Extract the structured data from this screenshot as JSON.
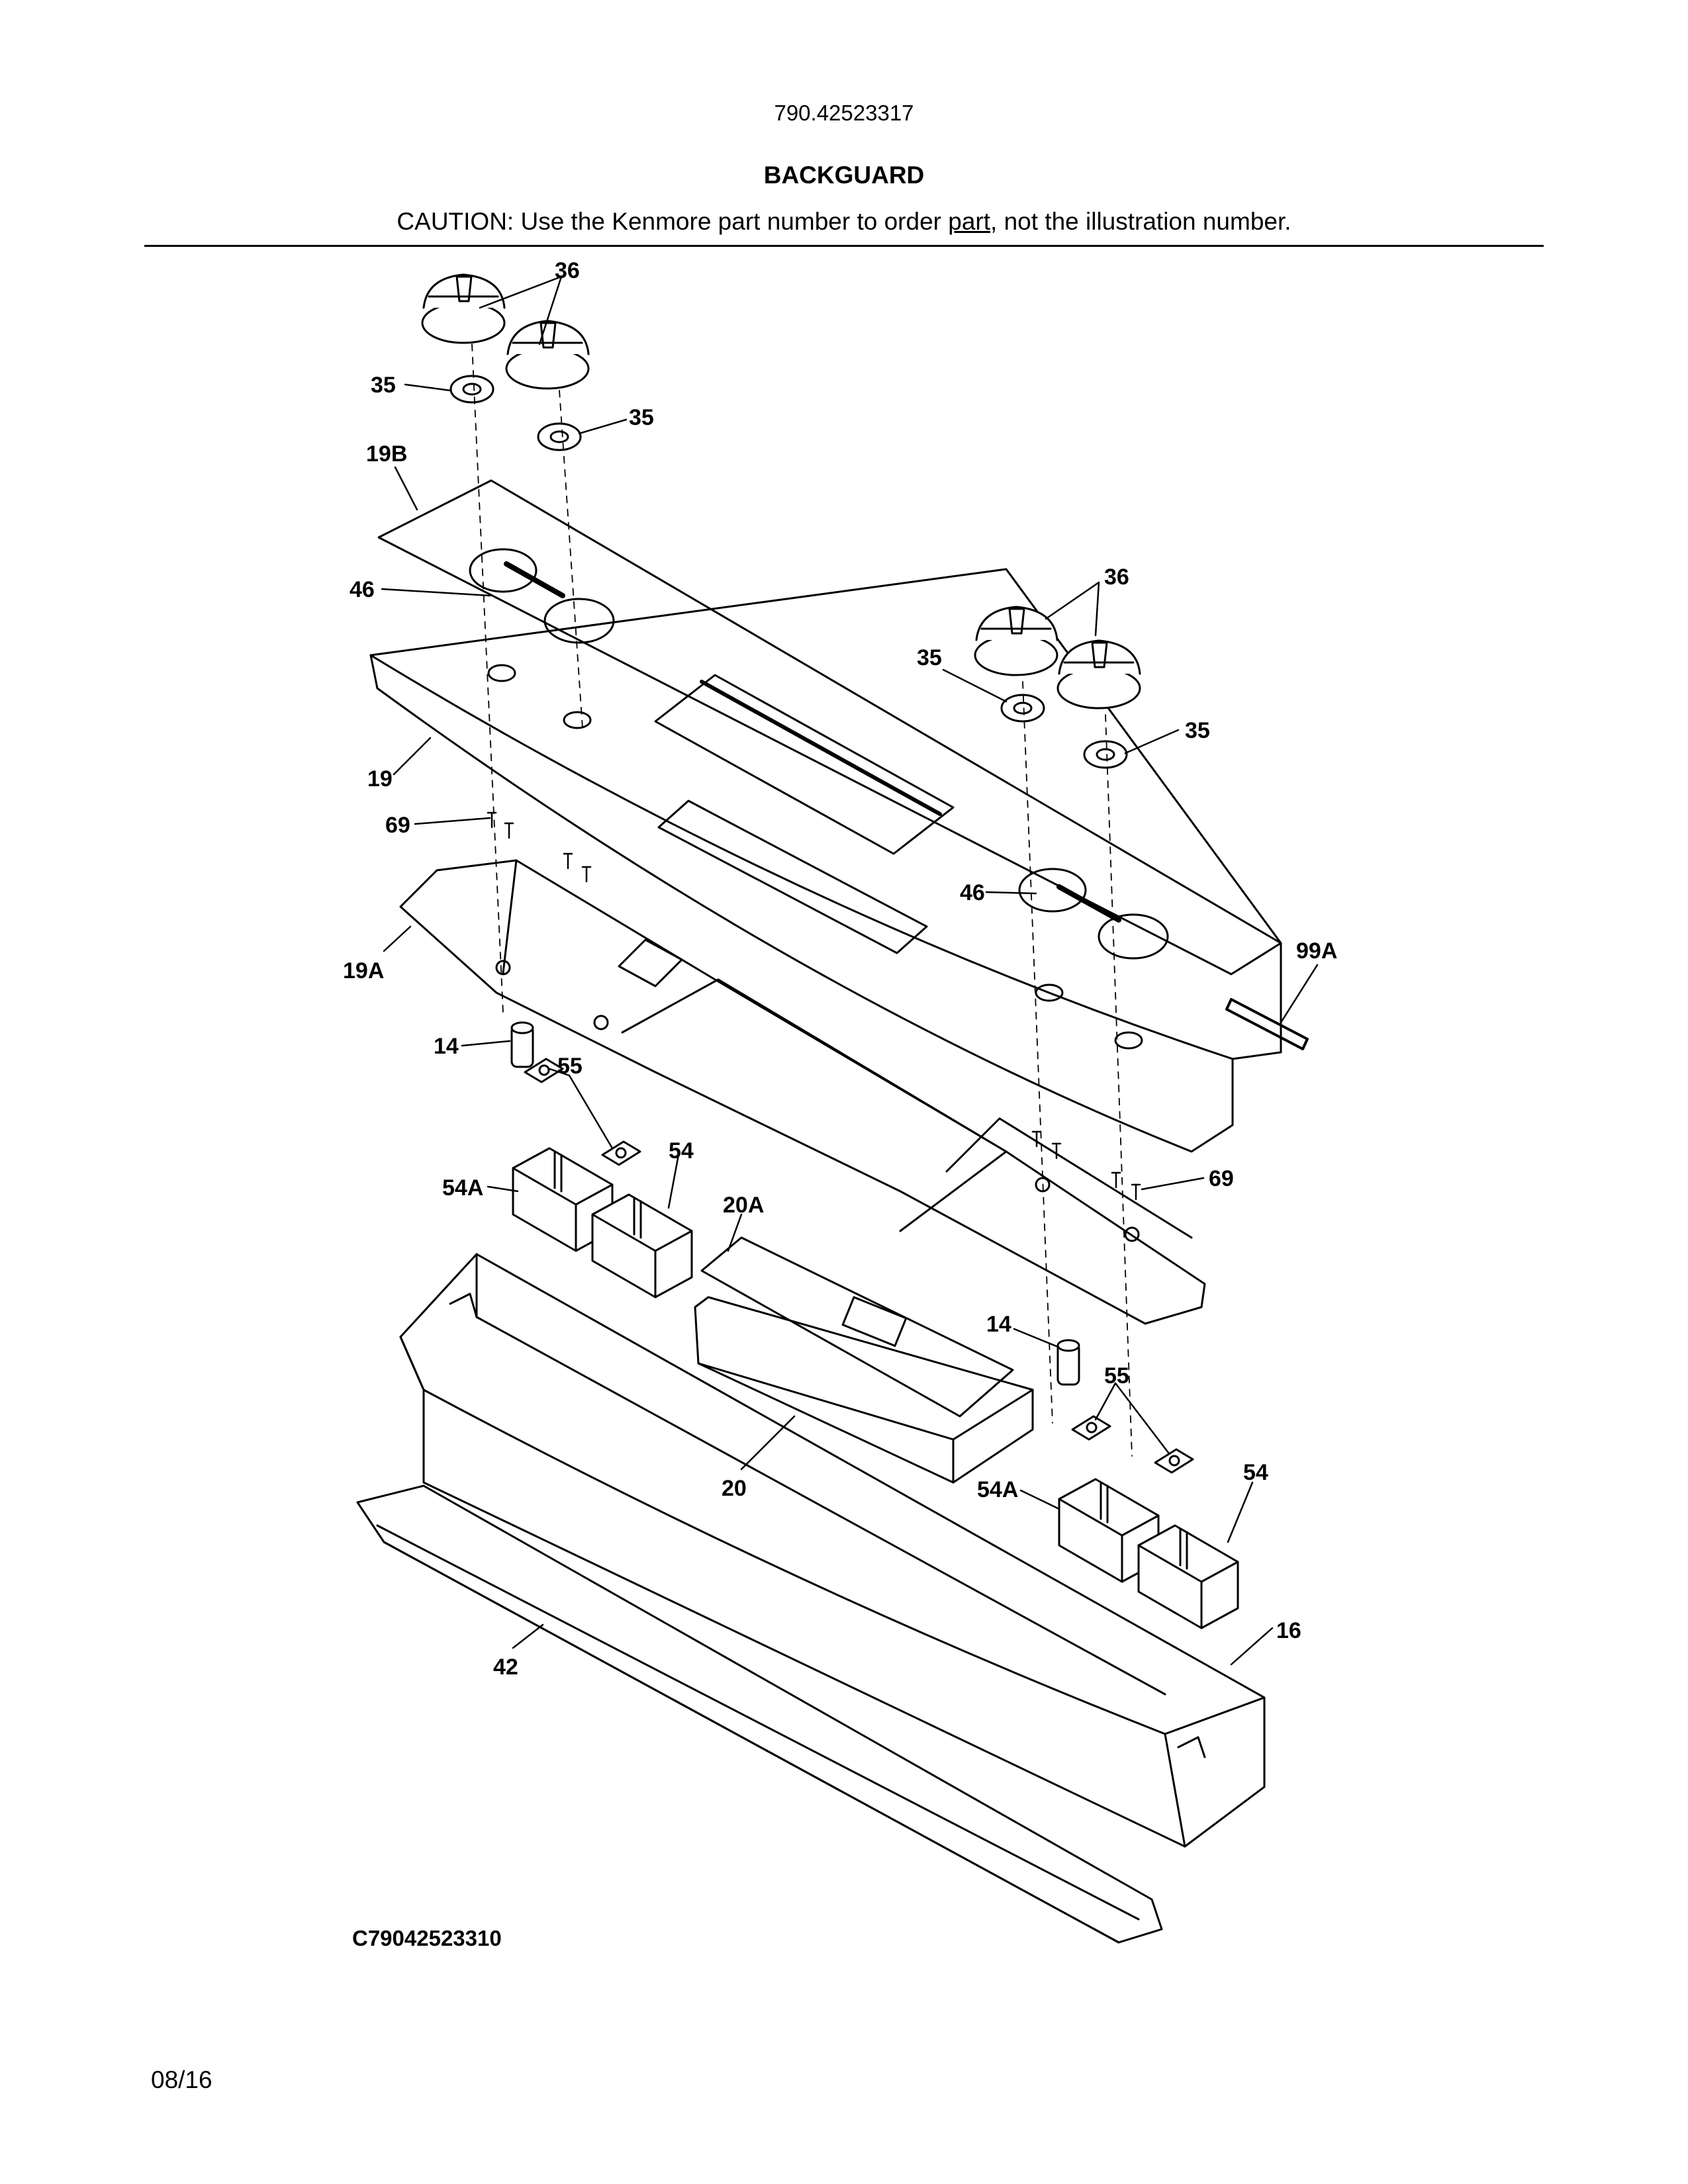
{
  "header": {
    "model_number": "790.42523317",
    "title": "BACKGUARD",
    "caution_prefix": "CAUTION: Use the Kenmore part number to order ",
    "caution_underlined": "part",
    "caution_suffix": ", not the illustration number."
  },
  "callouts": {
    "c36a": "36",
    "c35a": "35",
    "c35b": "35",
    "c19B": "19B",
    "c46a": "46",
    "c36b": "36",
    "c35c": "35",
    "c35d": "35",
    "c19": "19",
    "c69a": "69",
    "c46b": "46",
    "c99A": "99A",
    "c19A": "19A",
    "c14a": "14",
    "c55a": "55",
    "c54a": "54",
    "c54Aa": "54A",
    "c20A": "20A",
    "c69b": "69",
    "c14b": "14",
    "c55b": "55",
    "c54b": "54",
    "c54Ab": "54A",
    "c20": "20",
    "c16": "16",
    "c42": "42"
  },
  "footer": {
    "drawing_code": "C79042523310",
    "date": "08/16"
  }
}
